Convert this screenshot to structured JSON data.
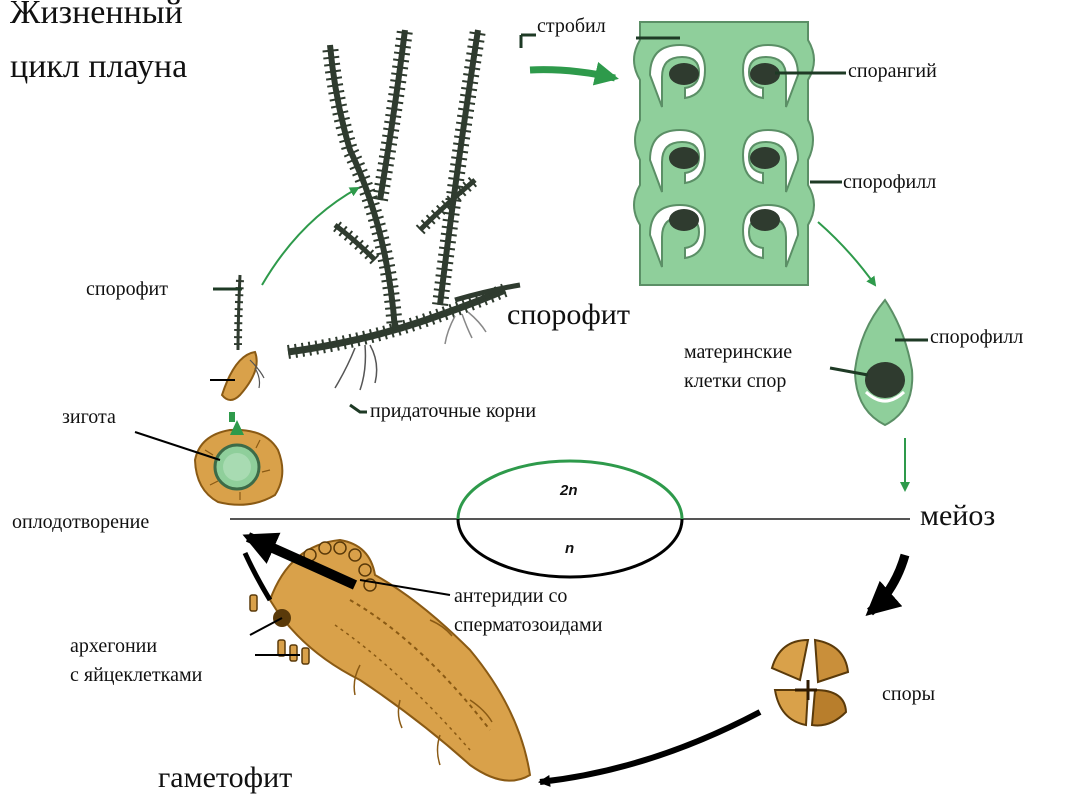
{
  "title": [
    "Жизненный",
    "цикл плауна"
  ],
  "labels": {
    "strobil": "стробил",
    "sporangium": "спорангий",
    "sporophyll_top": "спорофилл",
    "sporophyll_leaf": "спорофилл",
    "mother_cells": [
      "материнские",
      "клетки спор"
    ],
    "sporophyte_small": "спорофит",
    "sporophyte_big": "спорофит",
    "adventitious_roots": "придаточные корни",
    "zygote": "зигота",
    "fertilization": "оплодотворение",
    "meiosis": "мейоз",
    "antheridia": [
      "антеридии со",
      "сперматозоидами"
    ],
    "archegonia": [
      "архегонии",
      "с яйцеклетками"
    ],
    "spores": "споры",
    "gametophyte": "гаметофит"
  },
  "ploidy": {
    "diploid": "2n",
    "haploid": "n"
  },
  "colors": {
    "plant": "#2f3b2f",
    "strobilus": "#8fcf9b",
    "strobilus_dark": "#5b8f66",
    "gametophyte": "#d9a14a",
    "gametophyte_dark": "#8a5a14",
    "arrow_green": "#2e9a4b",
    "arrow_black": "#000000",
    "diploid_ring": "#2e9a4b",
    "haploid_ring": "#000000"
  }
}
